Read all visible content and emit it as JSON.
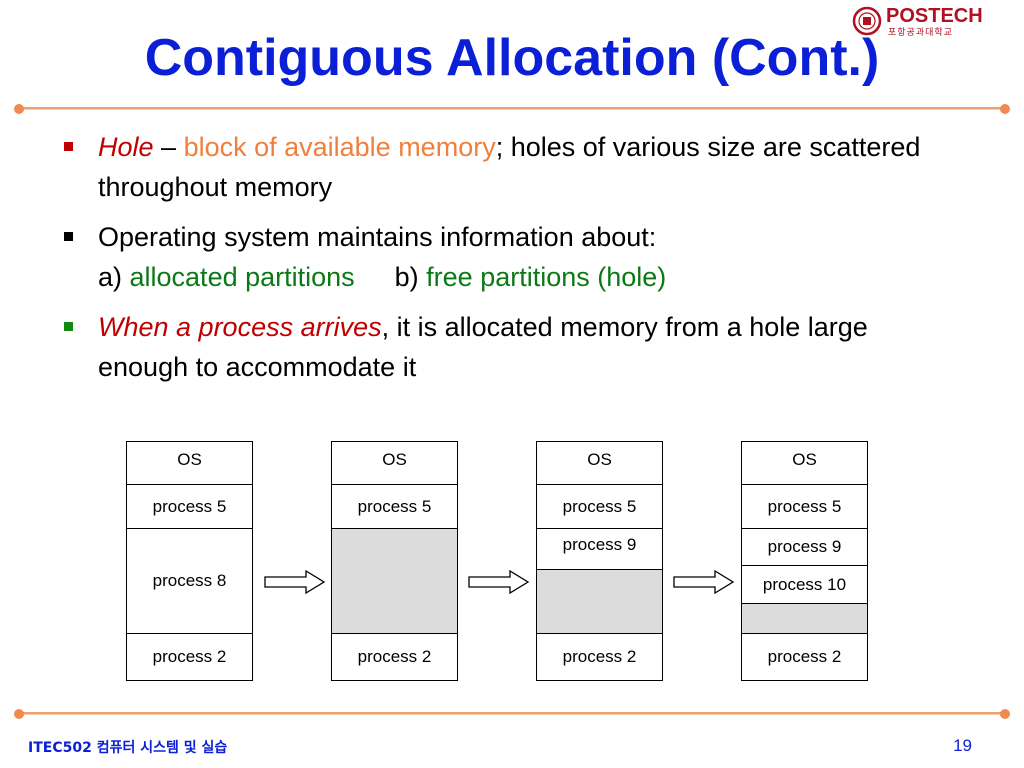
{
  "title": "Contiguous Allocation (Cont.)",
  "logo": {
    "word": "POSTECH",
    "sub": "포항공과대학교"
  },
  "bullets": [
    {
      "parts": [
        {
          "text": "Hole",
          "style": "red-italic"
        },
        {
          "text": " – ",
          "style": "plain"
        },
        {
          "text": "block of available memory",
          "style": "orange"
        },
        {
          "text": "; holes of various size are scattered throughout memory",
          "style": "plain"
        }
      ]
    },
    {
      "line1": "Operating system maintains information about:",
      "a_prefix": "a) ",
      "a_text": "allocated partitions",
      "b_prefix": "b) ",
      "b_text": "free partitions (hole)"
    },
    {
      "parts": [
        {
          "text": "When a process arrives",
          "style": "red-italic"
        },
        {
          "text": ", it is allocated memory from a hole large enough to accommodate it",
          "style": "plain"
        }
      ]
    }
  ],
  "memory_maps": [
    {
      "segments": [
        {
          "label": "OS",
          "kind": "os"
        },
        {
          "label": "process 5",
          "kind": "proc"
        },
        {
          "label": "process 8",
          "kind": "proc"
        },
        {
          "label": "process 2",
          "kind": "proc"
        }
      ]
    },
    {
      "segments": [
        {
          "label": "OS",
          "kind": "os"
        },
        {
          "label": "process 5",
          "kind": "proc"
        },
        {
          "label": "",
          "kind": "hole"
        },
        {
          "label": "process 2",
          "kind": "proc"
        }
      ]
    },
    {
      "segments": [
        {
          "label": "OS",
          "kind": "os"
        },
        {
          "label": "process 5",
          "kind": "proc"
        },
        {
          "label": "process 9",
          "kind": "proc"
        },
        {
          "label": "",
          "kind": "hole"
        },
        {
          "label": "process 2",
          "kind": "proc"
        }
      ]
    },
    {
      "segments": [
        {
          "label": "OS",
          "kind": "os"
        },
        {
          "label": "process 5",
          "kind": "proc"
        },
        {
          "label": "process 9",
          "kind": "proc"
        },
        {
          "label": "process 10",
          "kind": "proc"
        },
        {
          "label": "",
          "kind": "hole"
        },
        {
          "label": "process 2",
          "kind": "proc"
        }
      ]
    }
  ],
  "footer": {
    "course": "ITEC502 컴퓨터 시스템 및 실습",
    "page": "19"
  },
  "colors": {
    "title": "#0a1fd6",
    "accent_red": "#c00000",
    "accent_orange": "#f07f3c",
    "accent_green": "#0b7a16",
    "hole_fill": "#dcdcdc",
    "rule": "#f0a070"
  }
}
